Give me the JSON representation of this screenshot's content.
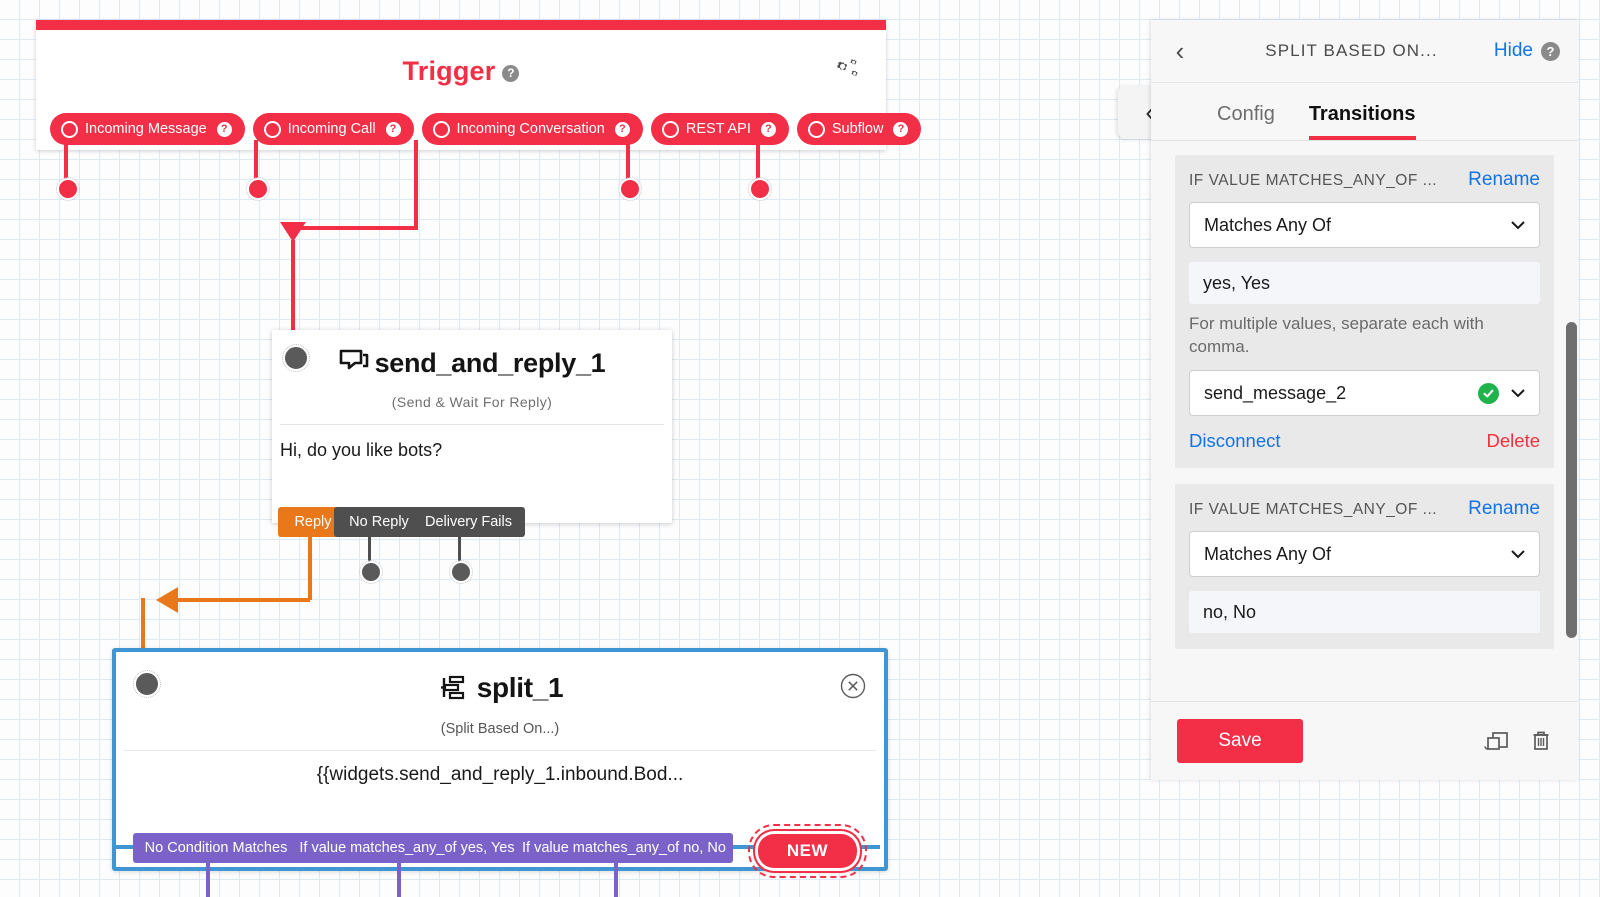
{
  "canvas": {
    "trigger": {
      "title": "Trigger",
      "help_icon": "question-icon",
      "gear_icon": "gears-icon",
      "pills": [
        {
          "label": "Incoming Message"
        },
        {
          "label": "Incoming Call"
        },
        {
          "label": "Incoming Conversation"
        },
        {
          "label": "REST API"
        },
        {
          "label": "Subflow"
        }
      ]
    },
    "send_node": {
      "title": "send_and_reply_1",
      "icon": "chat-bubble-icon",
      "subtitle": "(Send & Wait For Reply)",
      "body": "Hi, do you like bots?",
      "outputs": [
        {
          "label": "Reply",
          "color": "#e8781a"
        },
        {
          "label": "No Reply",
          "color": "#4f4f4f"
        },
        {
          "label": "Delivery Fails",
          "color": "#4f4f4f"
        }
      ]
    },
    "split_node": {
      "title": "split_1",
      "icon": "split-icon",
      "subtitle": "(Split Based On...)",
      "expression": "{{widgets.send_and_reply_1.inbound.Bod...",
      "close_icon": "close-circle-icon",
      "outputs": [
        {
          "label": "No Condition Matches"
        },
        {
          "label": "If value matches_any_of yes, Yes"
        },
        {
          "label": "If value matches_any_of no, No"
        }
      ],
      "new_button": "NEW"
    }
  },
  "panel": {
    "back_icon": "chevron-left-icon",
    "title": "SPLIT BASED ON...",
    "hide_label": "Hide",
    "hide_help_icon": "question-icon",
    "collapse_icon": "double-chevron-left-icon",
    "tabs": [
      {
        "label": "Config",
        "active": false
      },
      {
        "label": "Transitions",
        "active": true
      }
    ],
    "transitions": [
      {
        "header": "IF VALUE MATCHES_ANY_OF ...",
        "rename_label": "Rename",
        "condition_value": "Matches Any Of",
        "match_value": "yes, Yes",
        "helper_text": "For multiple values, separate each with comma.",
        "target_widget": "send_message_2",
        "target_status_icon": "check-circle-icon",
        "disconnect_label": "Disconnect",
        "delete_label": "Delete"
      },
      {
        "header": "IF VALUE MATCHES_ANY_OF ...",
        "rename_label": "Rename",
        "condition_value": "Matches Any Of",
        "match_value": "no, No"
      }
    ],
    "footer": {
      "save_label": "Save",
      "duplicate_icon": "duplicate-icon",
      "delete_icon": "trash-icon"
    }
  },
  "colors": {
    "brand_red": "#f22f46",
    "orange": "#e8781a",
    "purple": "#7b62c9",
    "blue_selected": "#3f96d2",
    "link_blue": "#1273e6",
    "grey_tag": "#4f4f4f",
    "green_check": "#20b24b"
  }
}
